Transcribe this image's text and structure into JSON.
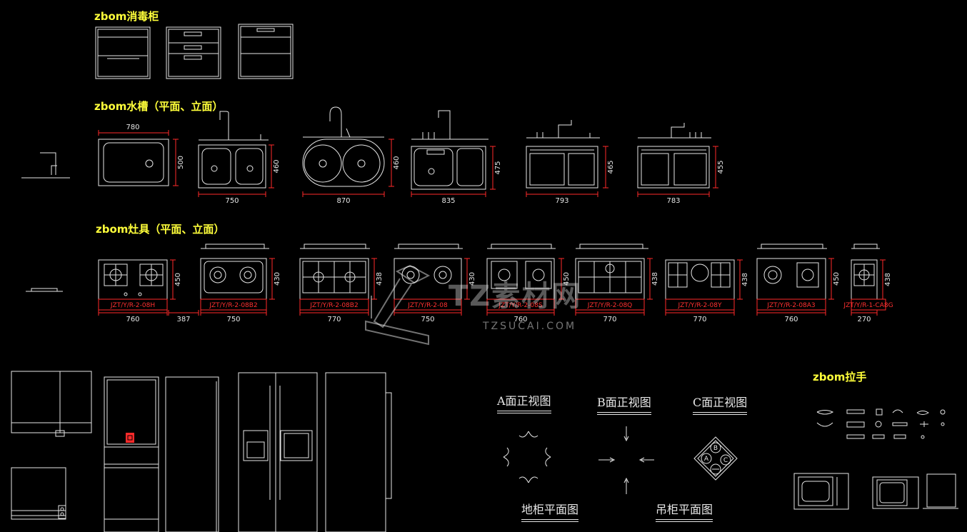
{
  "sections": {
    "sterilizer": "zbom消毒柜",
    "sink": "zbom水槽（平面、立面）",
    "stove": "zbom灶具（平面、立面）",
    "handle": "zbom拉手"
  },
  "sink_dims": {
    "top": "780",
    "heights": [
      "500",
      "460",
      "460",
      "475",
      "465",
      "455"
    ],
    "widths": [
      "750",
      "870",
      "835",
      "793",
      "783"
    ]
  },
  "stove_models": [
    "JZT/Y/R-2-08H",
    "JZT/Y/R-2-08B2",
    "JZT/Y/R-2-08B2",
    "JZT/Y/R-2-08",
    "JZT/Y/R-2-08S",
    "JZT/Y/R-2-08Q",
    "JZT/Y/R-2-08Y",
    "JZT/Y/R-2-08A3",
    "JZT/Y/R-1-CA8G"
  ],
  "stove_widths": [
    "760",
    "387",
    "750",
    "770",
    "750",
    "760",
    "770",
    "770",
    "760",
    "270"
  ],
  "stove_heights": [
    "450",
    "430",
    "438",
    "430",
    "450",
    "438",
    "438",
    "450",
    "438"
  ],
  "views": {
    "a_front": "A面正视图",
    "b_front": "B面正视图",
    "c_front": "C面正视图",
    "base_plan": "地柜平面图",
    "wall_plan": "吊柜平面图"
  },
  "knob_letters": [
    "B",
    "A",
    "C"
  ],
  "watermark": {
    "main": "TZ素材网",
    "sub": "TZSUCAI.COM"
  },
  "colors": {
    "background": "#000000",
    "line": "#e6e6e6",
    "title": "#ffff3a",
    "dimension": "#ff2a2a",
    "model_label": "#ff3030"
  }
}
